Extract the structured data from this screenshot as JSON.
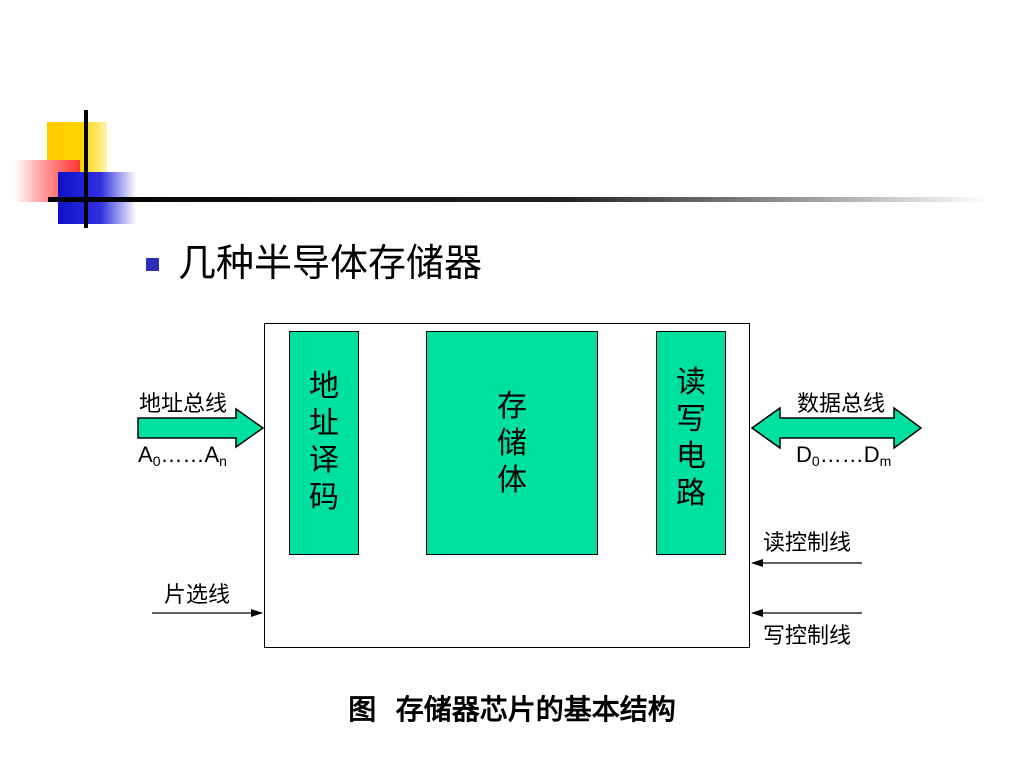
{
  "slide": {
    "heading": "几种半导体存储器",
    "caption": "图  存储器芯片的基本结构"
  },
  "diagram": {
    "blocks": {
      "address_decoder": "地址译码",
      "memory_array": "存储体",
      "read_write_circuit": "读写电路"
    },
    "signals": {
      "address_bus_label": "地址总线",
      "address_range": {
        "start": "A",
        "start_sub": "0",
        "dots": "……",
        "end": "A",
        "end_sub": "n"
      },
      "data_bus_label": "数据总线",
      "data_range": {
        "start": "D",
        "start_sub": "0",
        "dots": "……",
        "end": "D",
        "end_sub": "m"
      },
      "chip_select": "片选线",
      "read_control": "读控制线",
      "write_control": "写控制线"
    },
    "colors": {
      "block_fill": "#00e0a0",
      "arrow_fill": "#00e0a0",
      "bullet": "#2d2db8"
    }
  }
}
